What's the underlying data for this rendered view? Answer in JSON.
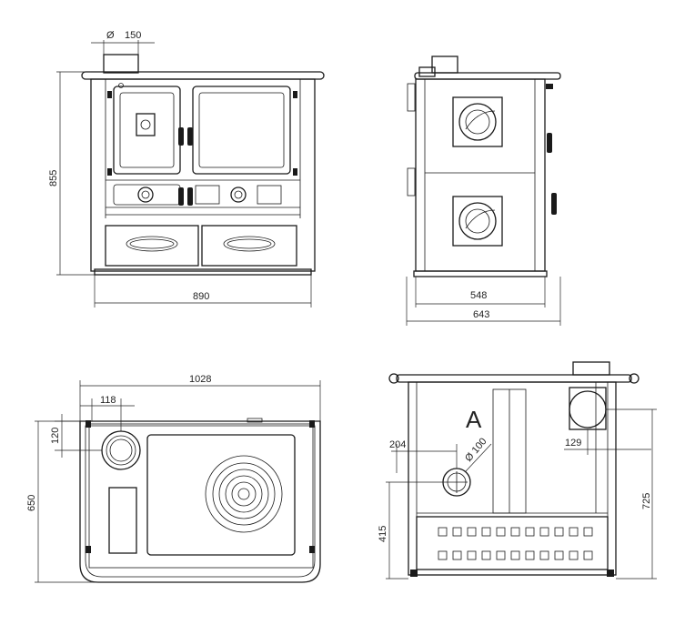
{
  "labels": {
    "front_flue_prefix": "Ø",
    "front_flue": "150",
    "front_height": "855",
    "front_width": "890",
    "side_width_inner": "548",
    "side_width_outer": "643",
    "top_width": "1028",
    "top_flue_offset_x": "118",
    "top_flue_offset_y": "120",
    "top_depth": "650",
    "rear_label": "A",
    "rear_offset_x": "204",
    "rear_air_inlet": "Ø 100",
    "rear_offset_right": "129",
    "rear_height": "725",
    "rear_inlet_height": "415"
  }
}
